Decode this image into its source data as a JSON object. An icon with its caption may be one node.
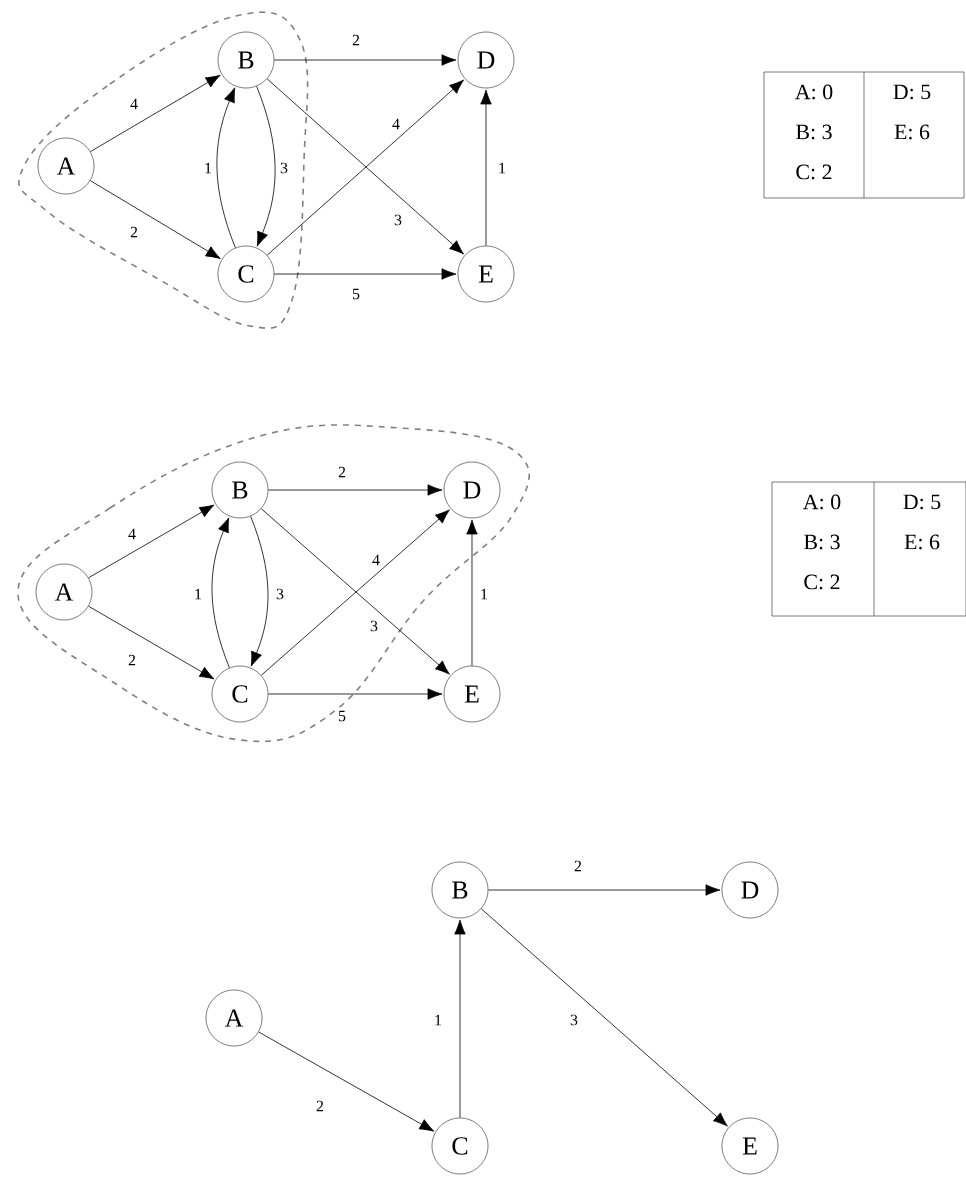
{
  "diagram": {
    "nodes": [
      {
        "text": [
          "A"
        ]
      },
      {
        "text": [
          "B"
        ]
      },
      {
        "text": [
          "C"
        ]
      },
      {
        "text": [
          "D"
        ]
      },
      {
        "text": [
          "E"
        ]
      },
      {
        "text": [
          "A"
        ]
      },
      {
        "text": [
          "B"
        ]
      },
      {
        "text": [
          "C"
        ]
      },
      {
        "text": [
          "D"
        ]
      },
      {
        "text": [
          "E"
        ]
      },
      {
        "text": [
          "A"
        ]
      },
      {
        "text": [
          "B"
        ]
      },
      {
        "text": [
          "C"
        ]
      },
      {
        "text": [
          "D"
        ]
      },
      {
        "text": [
          "E"
        ]
      }
    ],
    "edges": [
      {
        "from": 0,
        "to": 1,
        "arrow": "to",
        "label": "4"
      },
      {
        "from": 0,
        "to": 2,
        "arrow": "to",
        "label": "2"
      },
      {
        "from": 2,
        "to": 1,
        "arrow": "to",
        "label": "1"
      },
      {
        "from": 1,
        "to": 2,
        "arrow": "to",
        "label": "3"
      },
      {
        "from": 1,
        "to": 3,
        "arrow": "to",
        "label": "2"
      },
      {
        "from": 1,
        "to": 4,
        "arrow": "to",
        "label": "3"
      },
      {
        "from": 2,
        "to": 3,
        "arrow": "to",
        "label": "4"
      },
      {
        "from": 2,
        "to": 4,
        "arrow": "to",
        "label": "5"
      },
      {
        "from": 4,
        "to": 3,
        "arrow": "to",
        "label": "1"
      },
      {
        "from": 5,
        "to": 6,
        "arrow": "to",
        "label": "4"
      },
      {
        "from": 5,
        "to": 7,
        "arrow": "to",
        "label": "2"
      },
      {
        "from": 7,
        "to": 6,
        "arrow": "to",
        "label": "1"
      },
      {
        "from": 6,
        "to": 7,
        "arrow": "to",
        "label": "3"
      },
      {
        "from": 6,
        "to": 8,
        "arrow": "to",
        "label": "2"
      },
      {
        "from": 6,
        "to": 9,
        "arrow": "to",
        "label": "3"
      },
      {
        "from": 7,
        "to": 8,
        "arrow": "to",
        "label": "4"
      },
      {
        "from": 7,
        "to": 9,
        "arrow": "to",
        "label": "5"
      },
      {
        "from": 9,
        "to": 8,
        "arrow": "to",
        "label": "1"
      },
      {
        "from": 10,
        "to": 12,
        "arrow": "to",
        "label": "2"
      },
      {
        "from": 12,
        "to": 11,
        "arrow": "to",
        "label": "1"
      },
      {
        "from": 11,
        "to": 13,
        "arrow": "to",
        "label": "2"
      },
      {
        "from": 11,
        "to": 14,
        "arrow": "to",
        "label": "3"
      }
    ],
    "labels": [
      "A: 0",
      "D: 5",
      "B: 3",
      "E: 6",
      "C: 2",
      "A: 0",
      "D: 5",
      "B: 3",
      "E: 6",
      "C: 2"
    ]
  }
}
